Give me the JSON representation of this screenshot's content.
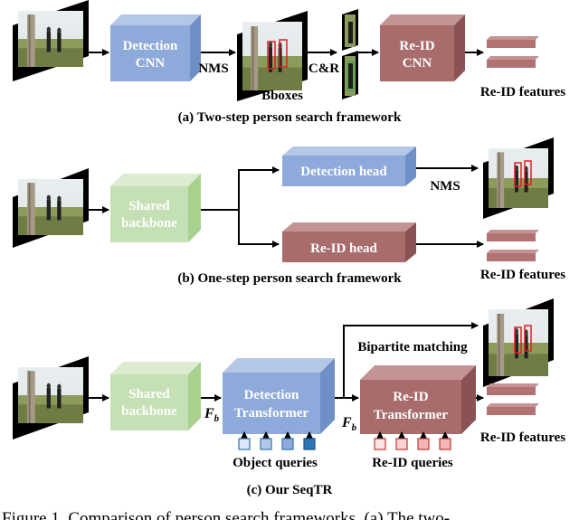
{
  "panel_a": {
    "detection_cnn": [
      "Detection",
      "CNN"
    ],
    "nms": "NMS",
    "bboxes": "Bboxes",
    "crop_resize": "C&R",
    "reid_cnn": [
      "Re-ID",
      "CNN"
    ],
    "reid_features": "Re-ID features",
    "caption": "(a) Two-step person search framework"
  },
  "panel_b": {
    "shared_backbone": [
      "Shared",
      "backbone"
    ],
    "detection_head": "Detection head",
    "nms": "NMS",
    "reid_head": "Re-ID head",
    "reid_features": "Re-ID features",
    "caption": "(b) One-step person search framework"
  },
  "panel_c": {
    "shared_backbone": [
      "Shared",
      "backbone"
    ],
    "fb_symbol": "F",
    "fb_subscript": "b",
    "detection_transformer": [
      "Detection",
      "Transformer"
    ],
    "bipartite_matching": "Bipartite matching",
    "reid_transformer": [
      "Re-ID",
      "Transformer"
    ],
    "object_queries": "Object queries",
    "reid_queries": "Re-ID queries",
    "reid_features": "Re-ID features",
    "caption": "(c) Our SeqTR"
  },
  "figure_caption_partial": "Figure 1. Comparison of person search frameworks. (a) The two-",
  "colors": {
    "blue_front": "#8eaadb",
    "blue_top": "#b4c7e7",
    "blue_side": "#6f8fc7",
    "green_front": "#c5e0b4",
    "green_top": "#dcecd0",
    "green_side": "#a9d18e",
    "red_front": "#a86c6c",
    "red_top": "#c49494",
    "red_side": "#8a5252",
    "feature_bar": "#b37272",
    "query_blue_light": "#dbe6f6",
    "query_blue_dark": "#2e75b6",
    "query_red_light": "#f8d3d3",
    "query_red_dark": "#d9534f"
  }
}
